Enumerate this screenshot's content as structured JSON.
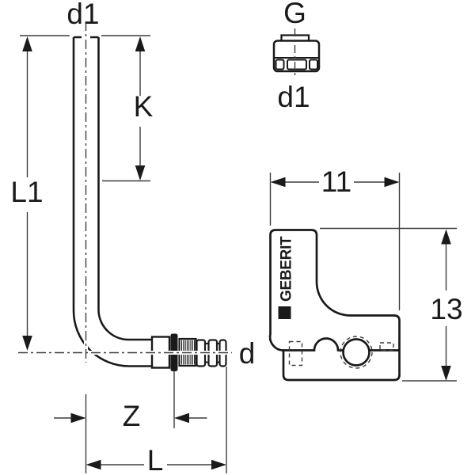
{
  "colors": {
    "background": "#ffffff",
    "line": "#1a1a1a",
    "thin_line": "#3d3d3d"
  },
  "front_view": {
    "labels": {
      "d1": "d1",
      "k": "K",
      "l1": "L1",
      "d": "d",
      "z": "Z",
      "l": "L"
    }
  },
  "thread_view": {
    "labels": {
      "g": "G",
      "d1": "d1"
    }
  },
  "side_view": {
    "labels": {
      "width": "11",
      "height": "13"
    },
    "brand": "GEBERIT"
  }
}
